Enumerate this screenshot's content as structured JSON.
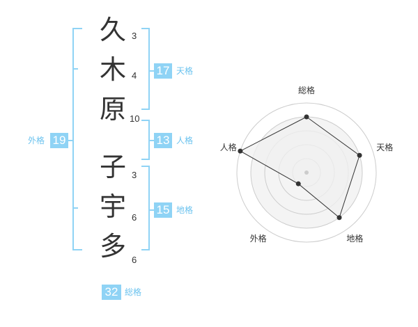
{
  "name": {
    "surname": [
      {
        "char": "久",
        "strokes": "3"
      },
      {
        "char": "木",
        "strokes": "4"
      },
      {
        "char": "原",
        "strokes": "10"
      }
    ],
    "given": [
      {
        "char": "子",
        "strokes": "3"
      },
      {
        "char": "宇",
        "strokes": "6"
      },
      {
        "char": "多",
        "strokes": "6"
      }
    ]
  },
  "kaku": {
    "ten": {
      "value": "17",
      "label": "天格"
    },
    "jin": {
      "value": "13",
      "label": "人格"
    },
    "chi": {
      "value": "15",
      "label": "地格"
    },
    "gai": {
      "value": "19",
      "label": "外格"
    },
    "sou": {
      "value": "32",
      "label": "総格"
    }
  },
  "chart_data": {
    "type": "radar",
    "axes": [
      "総格",
      "天格",
      "地格",
      "外格",
      "人格"
    ],
    "values": [
      4,
      4,
      4,
      1,
      5
    ],
    "max": 5,
    "rings": 5,
    "grid": true,
    "colors": {
      "ring": "#cccccc",
      "fill": "#f0f0f0",
      "line": "#333333",
      "point": "#333333",
      "center": "#cccccc"
    }
  },
  "theme": {
    "accent": "#8fd3f5",
    "accent_text": "#6cc3ef"
  }
}
